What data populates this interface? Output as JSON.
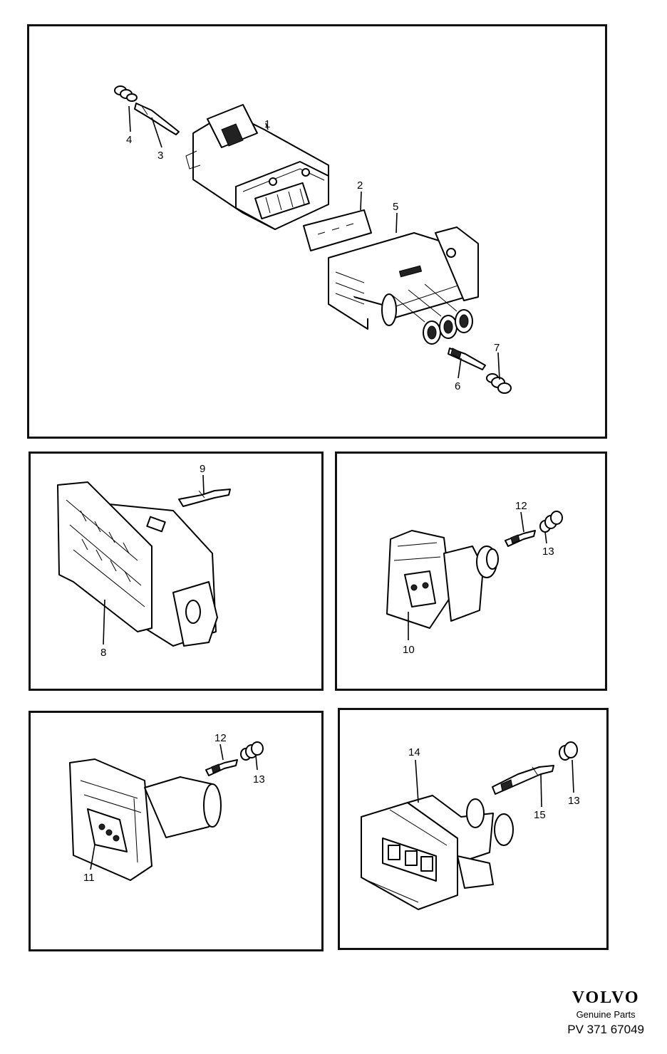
{
  "panels": [
    {
      "name": "main-assembly",
      "callouts": [
        "1",
        "2",
        "3",
        "4",
        "5",
        "6",
        "7"
      ]
    },
    {
      "name": "connector-8",
      "callouts": [
        "8",
        "9"
      ]
    },
    {
      "name": "connector-10",
      "callouts": [
        "10",
        "12",
        "13"
      ]
    },
    {
      "name": "connector-11",
      "callouts": [
        "11",
        "12",
        "13"
      ]
    },
    {
      "name": "connector-14",
      "callouts": [
        "13",
        "14",
        "15"
      ]
    }
  ],
  "footer": {
    "brand": "VOLVO",
    "subtitle": "Genuine Parts",
    "reference": "PV 371 67049"
  }
}
